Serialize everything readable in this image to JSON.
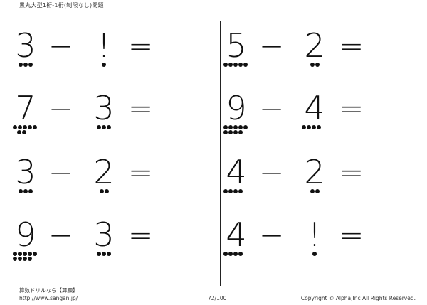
{
  "header": {
    "title": "黒丸大型1桁-1桁(制限なし)問題"
  },
  "operators": {
    "minus": "−",
    "equals": "="
  },
  "problems": [
    {
      "a": "3",
      "a_dots": 3,
      "b": "!",
      "b_dots": 1
    },
    {
      "a": "7",
      "a_dots": 7,
      "b": "3",
      "b_dots": 3
    },
    {
      "a": "3",
      "a_dots": 3,
      "b": "2",
      "b_dots": 2
    },
    {
      "a": "9",
      "a_dots": 9,
      "b": "3",
      "b_dots": 3
    },
    {
      "a": "5",
      "a_dots": 5,
      "b": "2",
      "b_dots": 2
    },
    {
      "a": "9",
      "a_dots": 9,
      "b": "4",
      "b_dots": 4
    },
    {
      "a": "4",
      "a_dots": 4,
      "b": "2",
      "b_dots": 2
    },
    {
      "a": "4",
      "a_dots": 4,
      "b": "!",
      "b_dots": 1
    }
  ],
  "footer": {
    "site_name": "算数ドリルなら【算願】",
    "url": "http://www.sangan.jp/",
    "page": "72/100",
    "copyright": "Copyright © Alpha,Inc All Rights Reserved."
  }
}
